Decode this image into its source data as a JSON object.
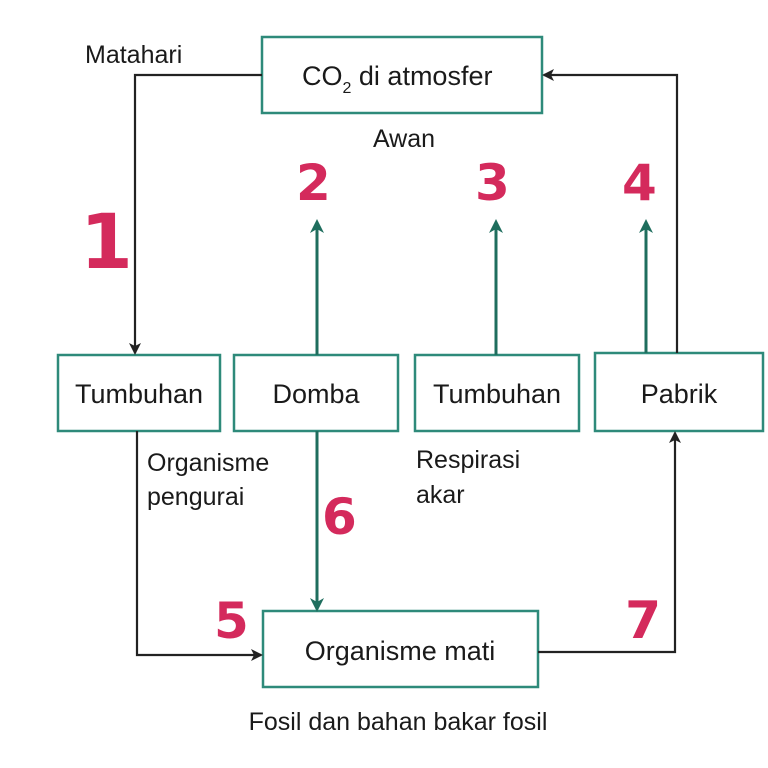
{
  "boxes": {
    "co2": {
      "label": "CO",
      "subscript": "2",
      "label_rest": " di atmosfer"
    },
    "tumbuhan_1": {
      "label": "Tumbuhan"
    },
    "domba": {
      "label": "Domba"
    },
    "tumbuhan_2": {
      "label": "Tumbuhan"
    },
    "pabrik": {
      "label": "Pabrik"
    },
    "organisme_mati": {
      "label": "Organisme mati"
    }
  },
  "labels": {
    "matahari": "Matahari",
    "awan": "Awan",
    "organisme_pengurai_line1": "Organisme",
    "organisme_pengurai_line2": "pengurai",
    "respirasi_line1": "Respirasi",
    "respirasi_line2": "akar",
    "fosil": "Fosil dan bahan bakar fosil"
  },
  "numbers": {
    "n1": "1",
    "n2": "2",
    "n3": "3",
    "n4": "4",
    "n5": "5",
    "n6": "6",
    "n7": "7"
  },
  "colors": {
    "box_border": "#2e8a7a",
    "teal_arrow": "#1f6e5e",
    "dark_arrow": "#222222",
    "number_color": "#d42a5c"
  }
}
